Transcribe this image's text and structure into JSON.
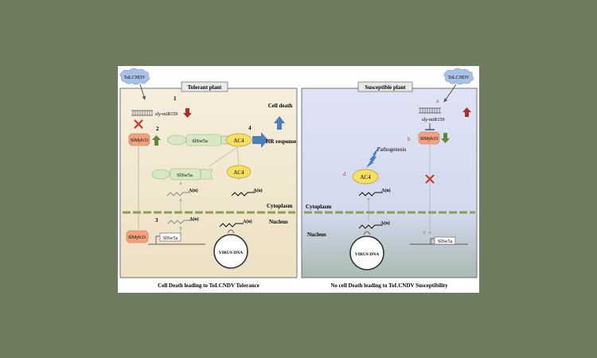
{
  "left_panel": {
    "title": "Tolerant plant",
    "virus_badge": "ToLCNDV",
    "steps": [
      "1",
      "2",
      "3",
      "4"
    ],
    "mirna": "sly-miR159",
    "myb": "SlMyb33",
    "sw5a": "SlSw5a",
    "ac4": "AC4",
    "cell_death": "Cell death",
    "hr_response": "HR response",
    "polyA": "A(n)",
    "cytoplasm": "Cytoplasm",
    "nucleus": "Nucleus",
    "virus_dna": "VIRUS DNA",
    "caption": "Cell Death leading to ToLCNDV Tolerance"
  },
  "right_panel": {
    "title": "Susceptible plant",
    "virus_badge": "ToLCNDV",
    "steps": [
      "a",
      "b",
      "c",
      "d"
    ],
    "mirna": "sly-miR159",
    "myb": "SlMyb33",
    "sw5a": "SlSw5a",
    "ac4": "AC4",
    "pathogenesis": "Pathogenesis",
    "polyA": "A(n)",
    "cytoplasm": "Cytoplasm",
    "nucleus": "Nucleus",
    "virus_dna": "VIRUS DNA",
    "caption": "No cell Death leading to ToLCNDV Susceptibility"
  },
  "colors": {
    "background": "#6e7b5e",
    "tolerant_bg": "#f3ead6",
    "susceptible_bg": "#d6dcef",
    "nucleus_bg_right": "#b9c7c4",
    "membrane": "#8f9d52",
    "myb_box": "#f2a27e",
    "ac4": "#f7df63",
    "sw5a": "#d7e8c4",
    "up_arrow_green": "#5b8b3b",
    "down_arrow_red": "#b22a2a",
    "blue_arrow": "#4a7fc1",
    "badge": "#a9c1e7"
  }
}
